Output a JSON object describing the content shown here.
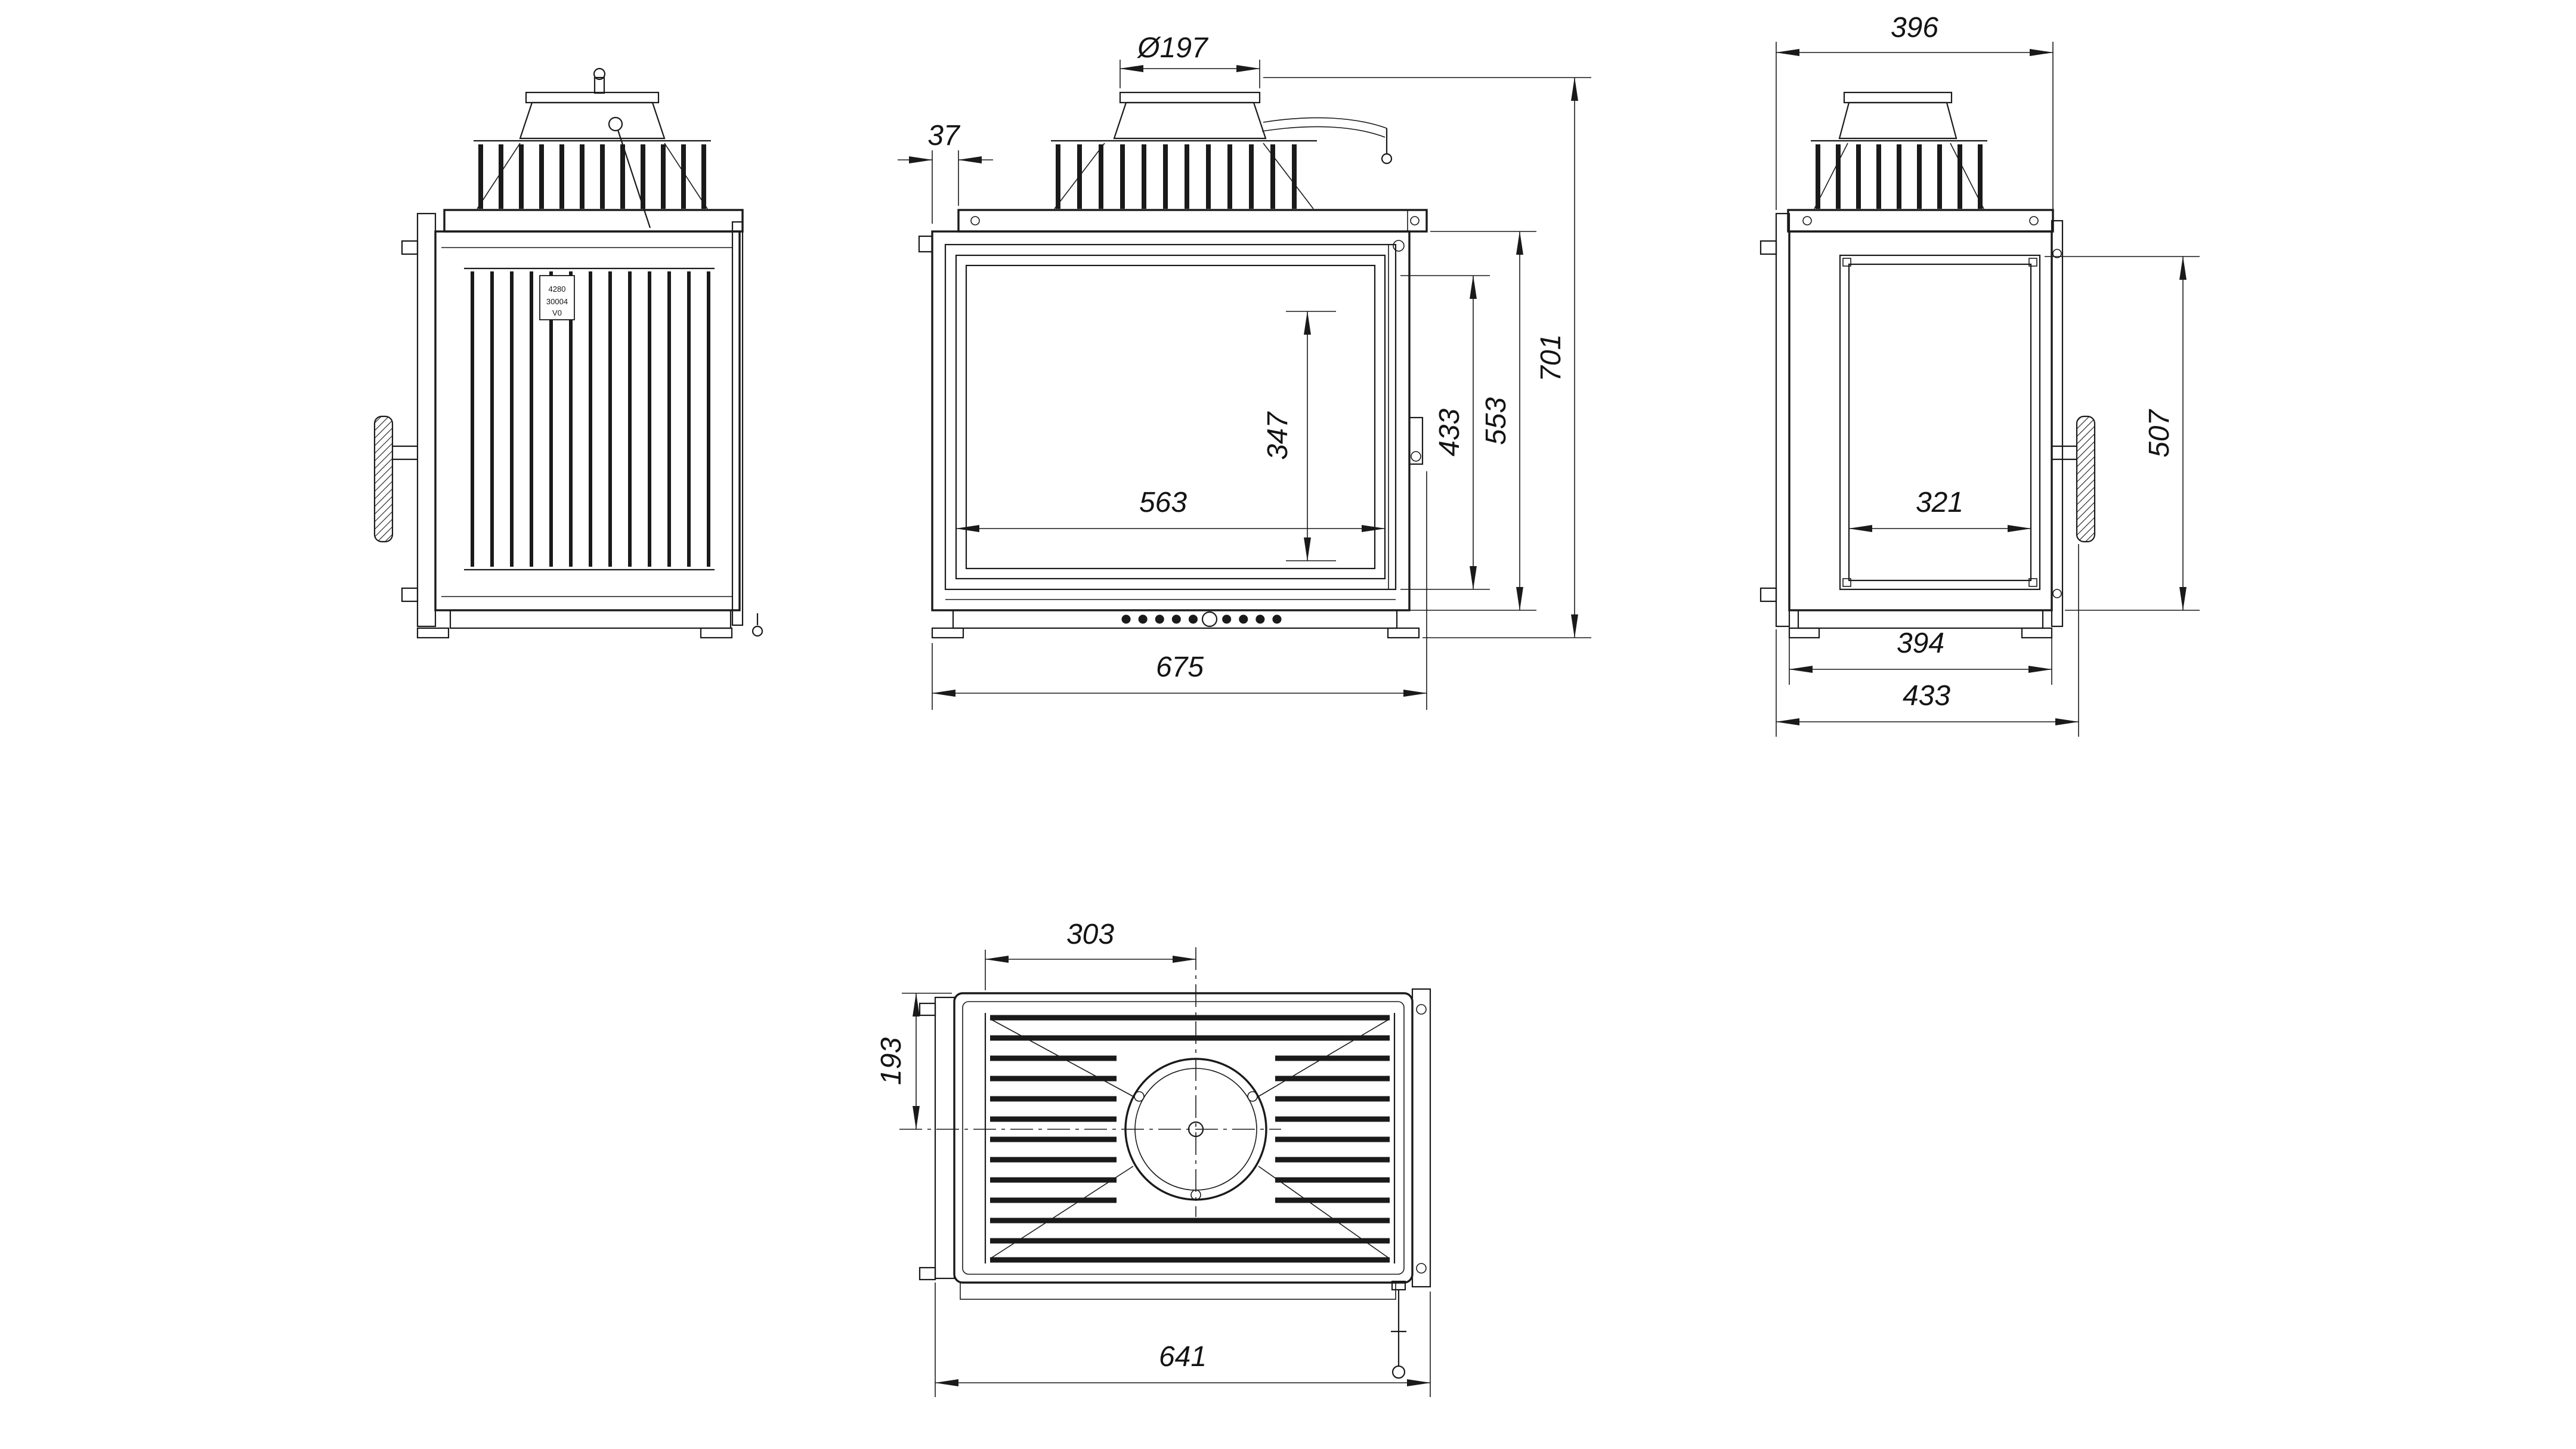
{
  "dims": {
    "front": {
      "flue_diameter": "Ø197",
      "plate_offset": "37",
      "glass_height": "347",
      "door_height": "433",
      "body_height": "553",
      "overall_height": "701",
      "glass_width": "563",
      "overall_width": "675"
    },
    "right": {
      "top_depth": "396",
      "front_height": "507",
      "window_width": "321",
      "body_depth": "394",
      "overall_depth": "433"
    },
    "top": {
      "flue_x": "303",
      "flue_y": "193",
      "overall_width": "641"
    }
  },
  "plate": {
    "line1": "4280",
    "line2": "30004",
    "line3": "V0"
  }
}
